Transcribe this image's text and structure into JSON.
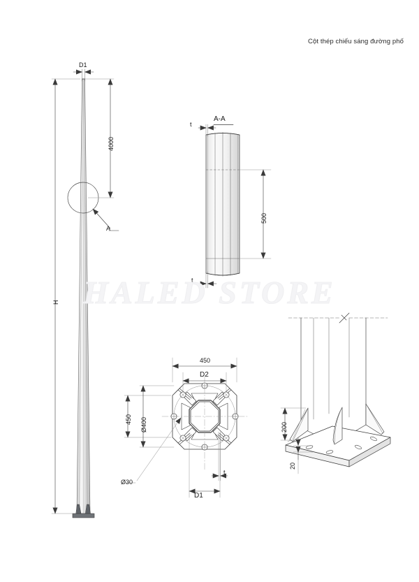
{
  "sheet": {
    "title": "Cột thép chiếu sáng đường phố",
    "watermark": "HALED STORE",
    "bg": "#ffffff",
    "line_color": "#3a3a3a",
    "thin_line_color": "#8a8a8a"
  },
  "views": {
    "elevation": {
      "name": "pole-elevation",
      "labels": {
        "top_dia": "D1",
        "upper_length": "4000",
        "total_height": "H",
        "detail_tag": "A"
      }
    },
    "section_aa": {
      "name": "section-a-a",
      "labels": {
        "title": "A-A",
        "thickness_top": "t",
        "thickness_bottom": "t",
        "length": "500"
      }
    },
    "base_plan": {
      "name": "base-plate-plan",
      "labels": {
        "width_top": "450",
        "bolt_span": "D2",
        "height_left": "450",
        "bolt_circle": "Ø400",
        "bolt_hole": "Ø30",
        "pole_dia": "D1",
        "thickness": "t"
      }
    },
    "base_detail": {
      "name": "base-3d-detail",
      "labels": {
        "gusset_height": "200",
        "plate_thickness": "20"
      }
    }
  }
}
